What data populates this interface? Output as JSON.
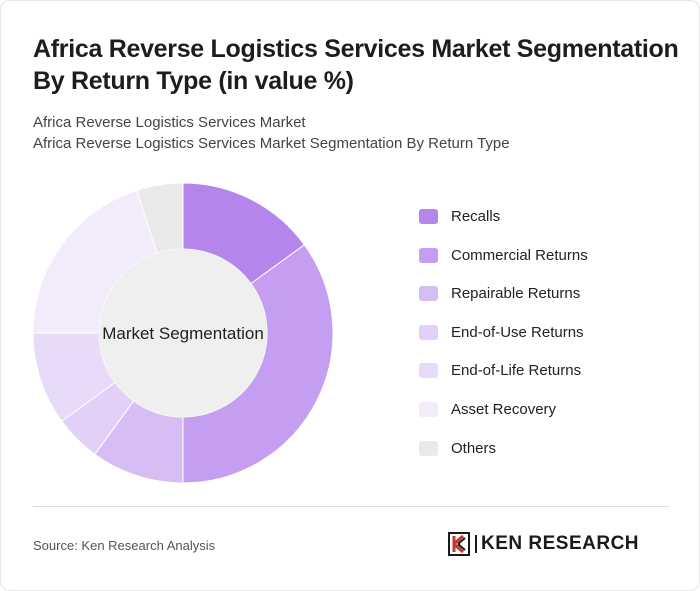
{
  "title": "Africa Reverse Logistics Services Market Segmentation By Return Type (in value %)",
  "subtitle_1": "Africa Reverse Logistics Services Market",
  "subtitle_2": "Africa Reverse Logistics Services Market Segmentation By Return Type",
  "center_label": "Market Segmentation",
  "source": "Source: Ken Research Analysis",
  "logo_text": "KEN RESEARCH",
  "chart_data": {
    "type": "pie",
    "style": "donut",
    "categories": [
      "Recalls",
      "Commercial Returns",
      "Repairable Returns",
      "End-of-Use Returns",
      "End-of-Life Returns",
      "Asset Recovery",
      "Others"
    ],
    "values": [
      15,
      35,
      10,
      5,
      10,
      20,
      5
    ],
    "unit": "%",
    "colors": [
      "#b486ec",
      "#c49ef0",
      "#d6bef5",
      "#e2d0f8",
      "#e8dbf9",
      "#f2ebfc",
      "#e9e9e9"
    ],
    "legend_position": "right"
  }
}
